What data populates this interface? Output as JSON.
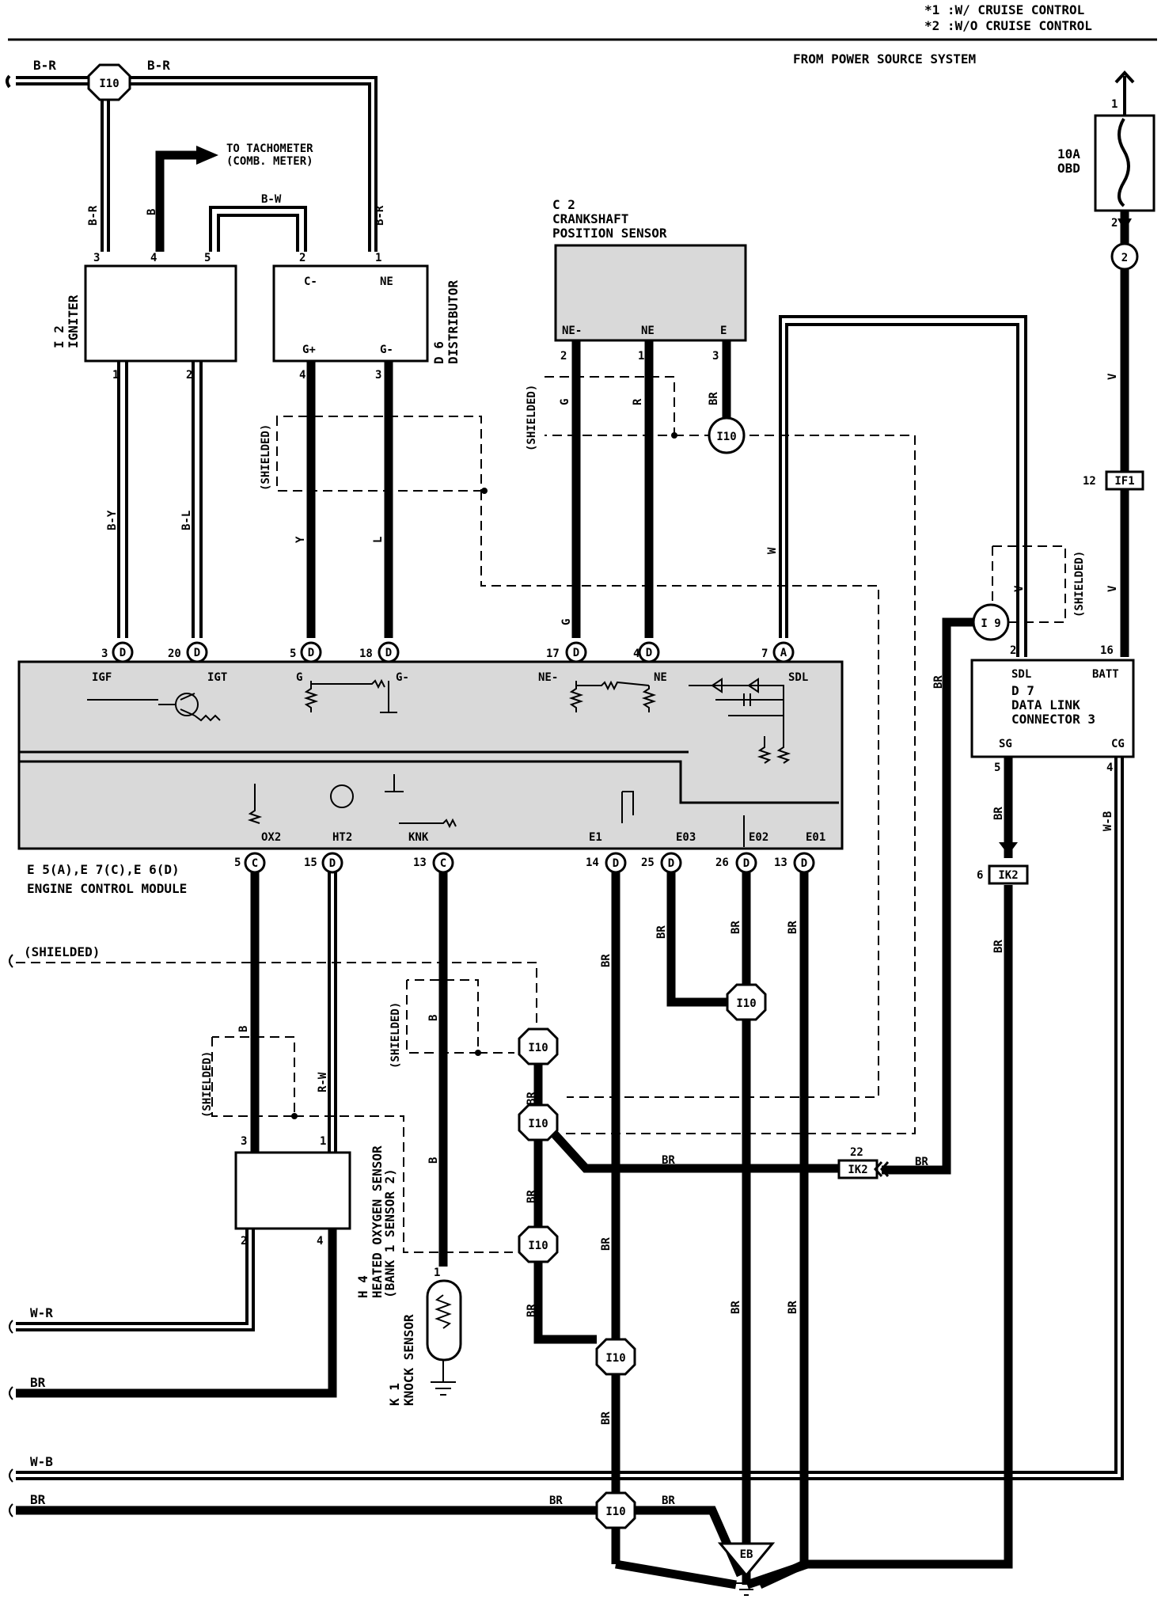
{
  "notes": {
    "note1": "*1 :W/ CRUISE CONTROL",
    "note2": "*2 :W/O CRUISE CONTROL",
    "power_source": "FROM POWER SOURCE SYSTEM"
  },
  "components": {
    "igniter": {
      "id": "I 2",
      "name": "IGNITER"
    },
    "distributor": {
      "id": "D 6",
      "name": "DISTRIBUTOR",
      "pins": [
        "C-",
        "NE",
        "G+",
        "G-"
      ]
    },
    "crank_sensor": {
      "id": "C 2",
      "name1": "CRANKSHAFT",
      "name2": "POSITION SENSOR",
      "pins": [
        "NE-",
        "NE",
        "E"
      ]
    },
    "fuse": {
      "amp": "10A",
      "name": "OBD"
    },
    "dlc": {
      "id": "D 7",
      "name1": "DATA LINK",
      "name2": "CONNECTOR 3",
      "pins": [
        "SDL",
        "BATT",
        "SG",
        "CG"
      ]
    },
    "ecm": {
      "id_line": "E 5(A),E 7(C),E 6(D)",
      "name": "ENGINE CONTROL MODULE"
    },
    "oxygen": {
      "id": "H 4",
      "name1": "HEATED OXYGEN SENSOR",
      "name2": "(BANK 1 SENSOR 2)"
    },
    "knock": {
      "id": "K 1",
      "name": "KNOCK SENSOR"
    },
    "ground": "EB"
  },
  "ecm_upper_pins": [
    {
      "num": "3",
      "conn": "D",
      "label": "IGF"
    },
    {
      "num": "20",
      "conn": "D",
      "label": "IGT"
    },
    {
      "num": "5",
      "conn": "D",
      "label": "G"
    },
    {
      "num": "18",
      "conn": "D",
      "label": "G-"
    },
    {
      "num": "17",
      "conn": "D",
      "label": "NE-"
    },
    {
      "num": "4",
      "conn": "D",
      "label": "NE"
    },
    {
      "num": "7",
      "conn": "A",
      "label": "SDL"
    }
  ],
  "ecm_lower_pins": [
    {
      "num": "5",
      "conn": "C",
      "label": "OX2"
    },
    {
      "num": "15",
      "conn": "D",
      "label": "HT2"
    },
    {
      "num": "13",
      "conn": "C",
      "label": "KNK"
    },
    {
      "num": "14",
      "conn": "D",
      "label": "E1"
    },
    {
      "num": "25",
      "conn": "D",
      "label": "E03"
    },
    {
      "num": "26",
      "conn": "D",
      "label": "E02"
    },
    {
      "num": "13",
      "conn": "D",
      "label": "E01"
    }
  ],
  "junctions": {
    "i10": "I10",
    "i9": "I 9",
    "if1": "IF1",
    "ik2": "IK2",
    "j2": "2"
  },
  "wires": {
    "br": "B-R",
    "bw": "B-W",
    "b": "B",
    "by": "B-Y",
    "bl": "B-L",
    "y": "Y",
    "l": "L",
    "g": "G",
    "r": "R",
    "w": "W",
    "v": "V",
    "brn": "BR",
    "wb": "W-B",
    "wr": "W-R",
    "rw": "R-W"
  },
  "labels": {
    "to_tach1": "TO TACHOMETER",
    "to_tach2": "(COMB. METER)",
    "shielded": "(SHIELDED)"
  },
  "pin_numbers": {
    "ig3": "3",
    "ig4": "4",
    "ig5": "5",
    "ig1": "1",
    "ig2": "2",
    "d2": "2",
    "d1": "1",
    "d4": "4",
    "d3": "3",
    "c2": "2",
    "c1": "1",
    "c3": "3",
    "f1": "1",
    "f2": "2",
    "if12": "12",
    "dlc2": "2",
    "dlc16": "16",
    "dlc5": "5",
    "dlc4": "4",
    "ik6": "6",
    "ik22": "22",
    "ox3": "3",
    "ox1": "1",
    "ox2": "2",
    "ox4": "4",
    "k1": "1"
  }
}
